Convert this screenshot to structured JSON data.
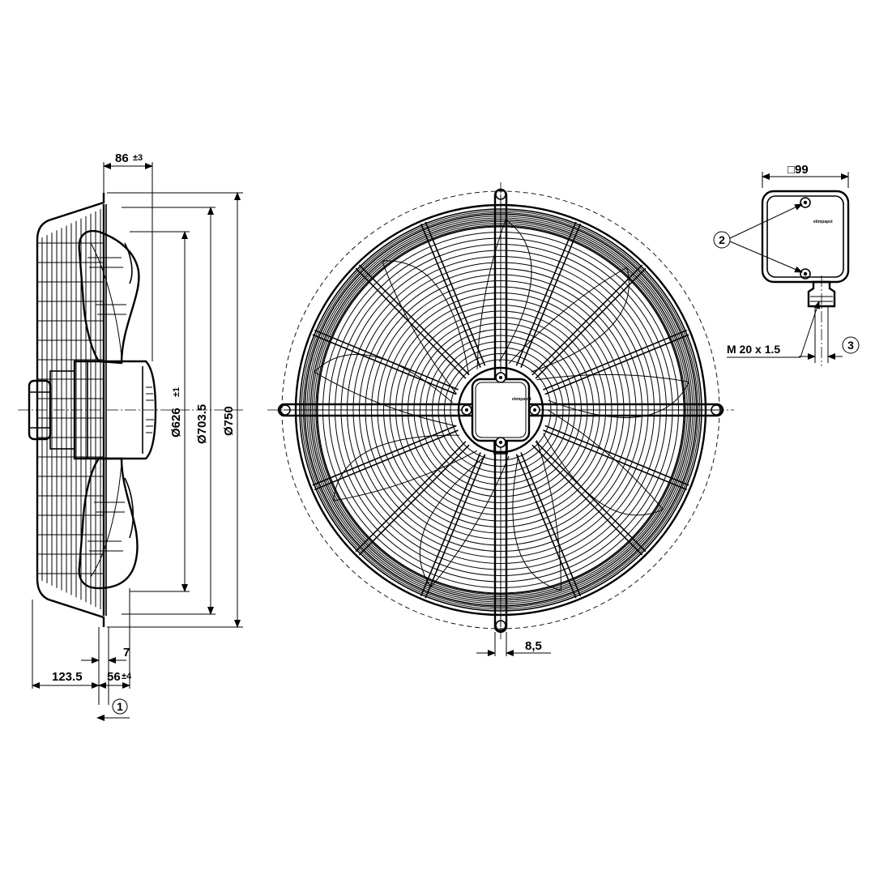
{
  "side_view": {
    "dim_top_depth": {
      "value": "86",
      "tolerance": "±3"
    },
    "dia_inner": {
      "value": "Ø626",
      "tolerance": "±1"
    },
    "dia_mid": "Ø703.5",
    "dia_outer": "Ø750",
    "dim_flange": "7",
    "dim_left": "123.5",
    "dim_bottom": {
      "value": "56",
      "tolerance": "±4"
    },
    "airflow_callout": "1"
  },
  "front_view": {
    "dim_slot": "8,5",
    "box_brand": "ebmpapst"
  },
  "terminal_box": {
    "size": "□99",
    "screws_callout": "2",
    "gland_label": "M 20 x 1.5",
    "gland_callout": "3",
    "brand": "ebmpapst"
  }
}
